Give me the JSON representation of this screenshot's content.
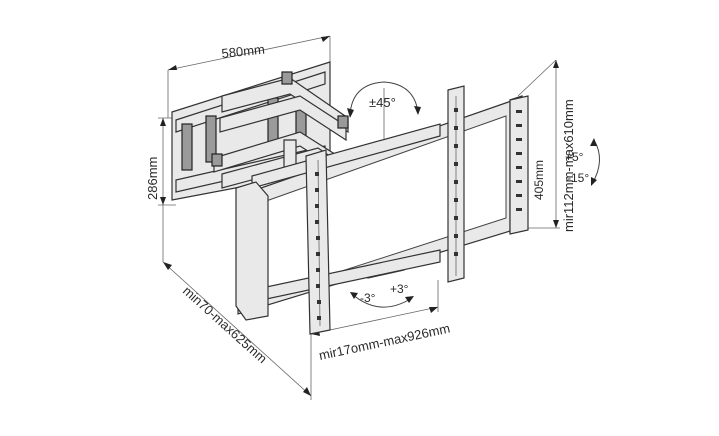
{
  "labels": {
    "wall_width": "580mm",
    "wall_height": "286mm",
    "swivel": "±45°",
    "vesa_vertical": "mir112mm-max610mm",
    "vesa_vertical_sub": "405mm",
    "tilt_up": "+5°",
    "tilt_down": "-15°",
    "level_minus": "-3°",
    "level_plus": "+3°",
    "extension": "min70-max625mm",
    "vesa_horizontal": "mir17omm-max926mm"
  }
}
